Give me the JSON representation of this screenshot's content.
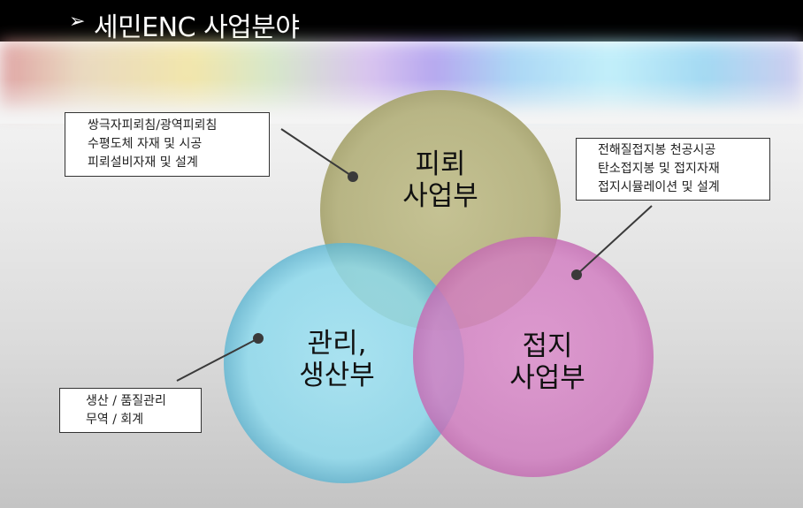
{
  "header": {
    "arrow": "➢",
    "title": "세민ENC 사업분야"
  },
  "circles": {
    "top": {
      "line1": "피뢰",
      "line2": "사업부",
      "color": "#b8b583"
    },
    "left": {
      "line1": "관리,",
      "line2": "생산부",
      "color": "#8fdcef"
    },
    "right": {
      "line1": "접지",
      "line2": "사업부",
      "color": "#d57fc3"
    }
  },
  "notes": {
    "top_left": {
      "lines": [
        "쌍극자피뢰침/광역피뢰침",
        "수평도체 자재 및 시공",
        "피뢰설비자재  및 설계"
      ]
    },
    "top_right": {
      "lines": [
        "전해질접지봉 천공시공",
        "탄소접지봉 및 접지자재",
        "접지시뮬레이션 및 설계"
      ]
    },
    "bottom_left": {
      "lines": [
        "생산 / 품질관리",
        "무역 / 회계"
      ]
    }
  }
}
